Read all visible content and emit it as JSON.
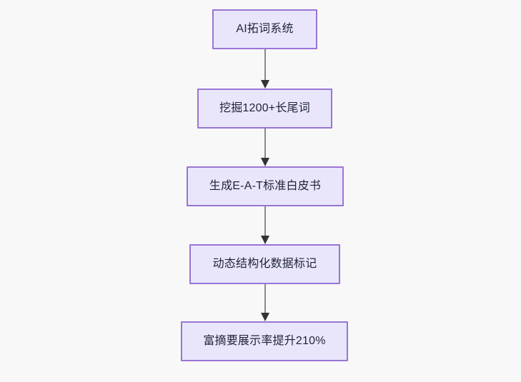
{
  "diagram": {
    "type": "flowchart",
    "orientation": "top-to-bottom",
    "background_color": "#f8f8f8",
    "node_fill_color": "#e9e6fc",
    "node_border_color": "#9a74d4",
    "node_text_color": "#1f2433",
    "edge_line_color": "#8a8a8a",
    "edge_arrow_color": "#333333",
    "nodes": [
      {
        "id": "n1",
        "label": "AI拓词系统"
      },
      {
        "id": "n2",
        "label": "挖掘1200+长尾词"
      },
      {
        "id": "n3",
        "label": "生成E-A-T标准白皮书"
      },
      {
        "id": "n4",
        "label": "动态结构化数据标记"
      },
      {
        "id": "n5",
        "label": "富摘要展示率提升210%"
      }
    ],
    "edges": [
      {
        "id": "e1",
        "from": "n1",
        "to": "n2",
        "label": ""
      },
      {
        "id": "e2",
        "from": "n2",
        "to": "n3",
        "label": ""
      },
      {
        "id": "e3",
        "from": "n3",
        "to": "n4",
        "label": ""
      },
      {
        "id": "e4",
        "from": "n4",
        "to": "n5",
        "label": ""
      }
    ]
  }
}
